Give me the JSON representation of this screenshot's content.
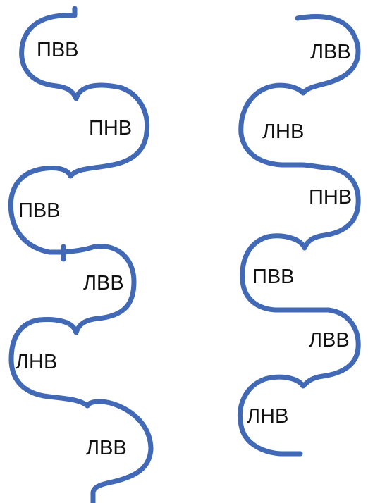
{
  "left_chain": {
    "segments": [
      {
        "label": "ПВВ"
      },
      {
        "label": "ПНВ"
      },
      {
        "label": "ПВВ"
      },
      {
        "label": "ЛВВ"
      },
      {
        "label": "ЛНВ"
      },
      {
        "label": "ЛВВ"
      }
    ]
  },
  "right_chain": {
    "segments": [
      {
        "label": "ЛВВ"
      },
      {
        "label": "ЛНВ"
      },
      {
        "label": "ПНВ"
      },
      {
        "label": "ПВВ"
      },
      {
        "label": "ЛВВ"
      },
      {
        "label": "ЛНВ"
      }
    ]
  },
  "colors": {
    "stroke": "#4169b5",
    "text": "#111111"
  }
}
